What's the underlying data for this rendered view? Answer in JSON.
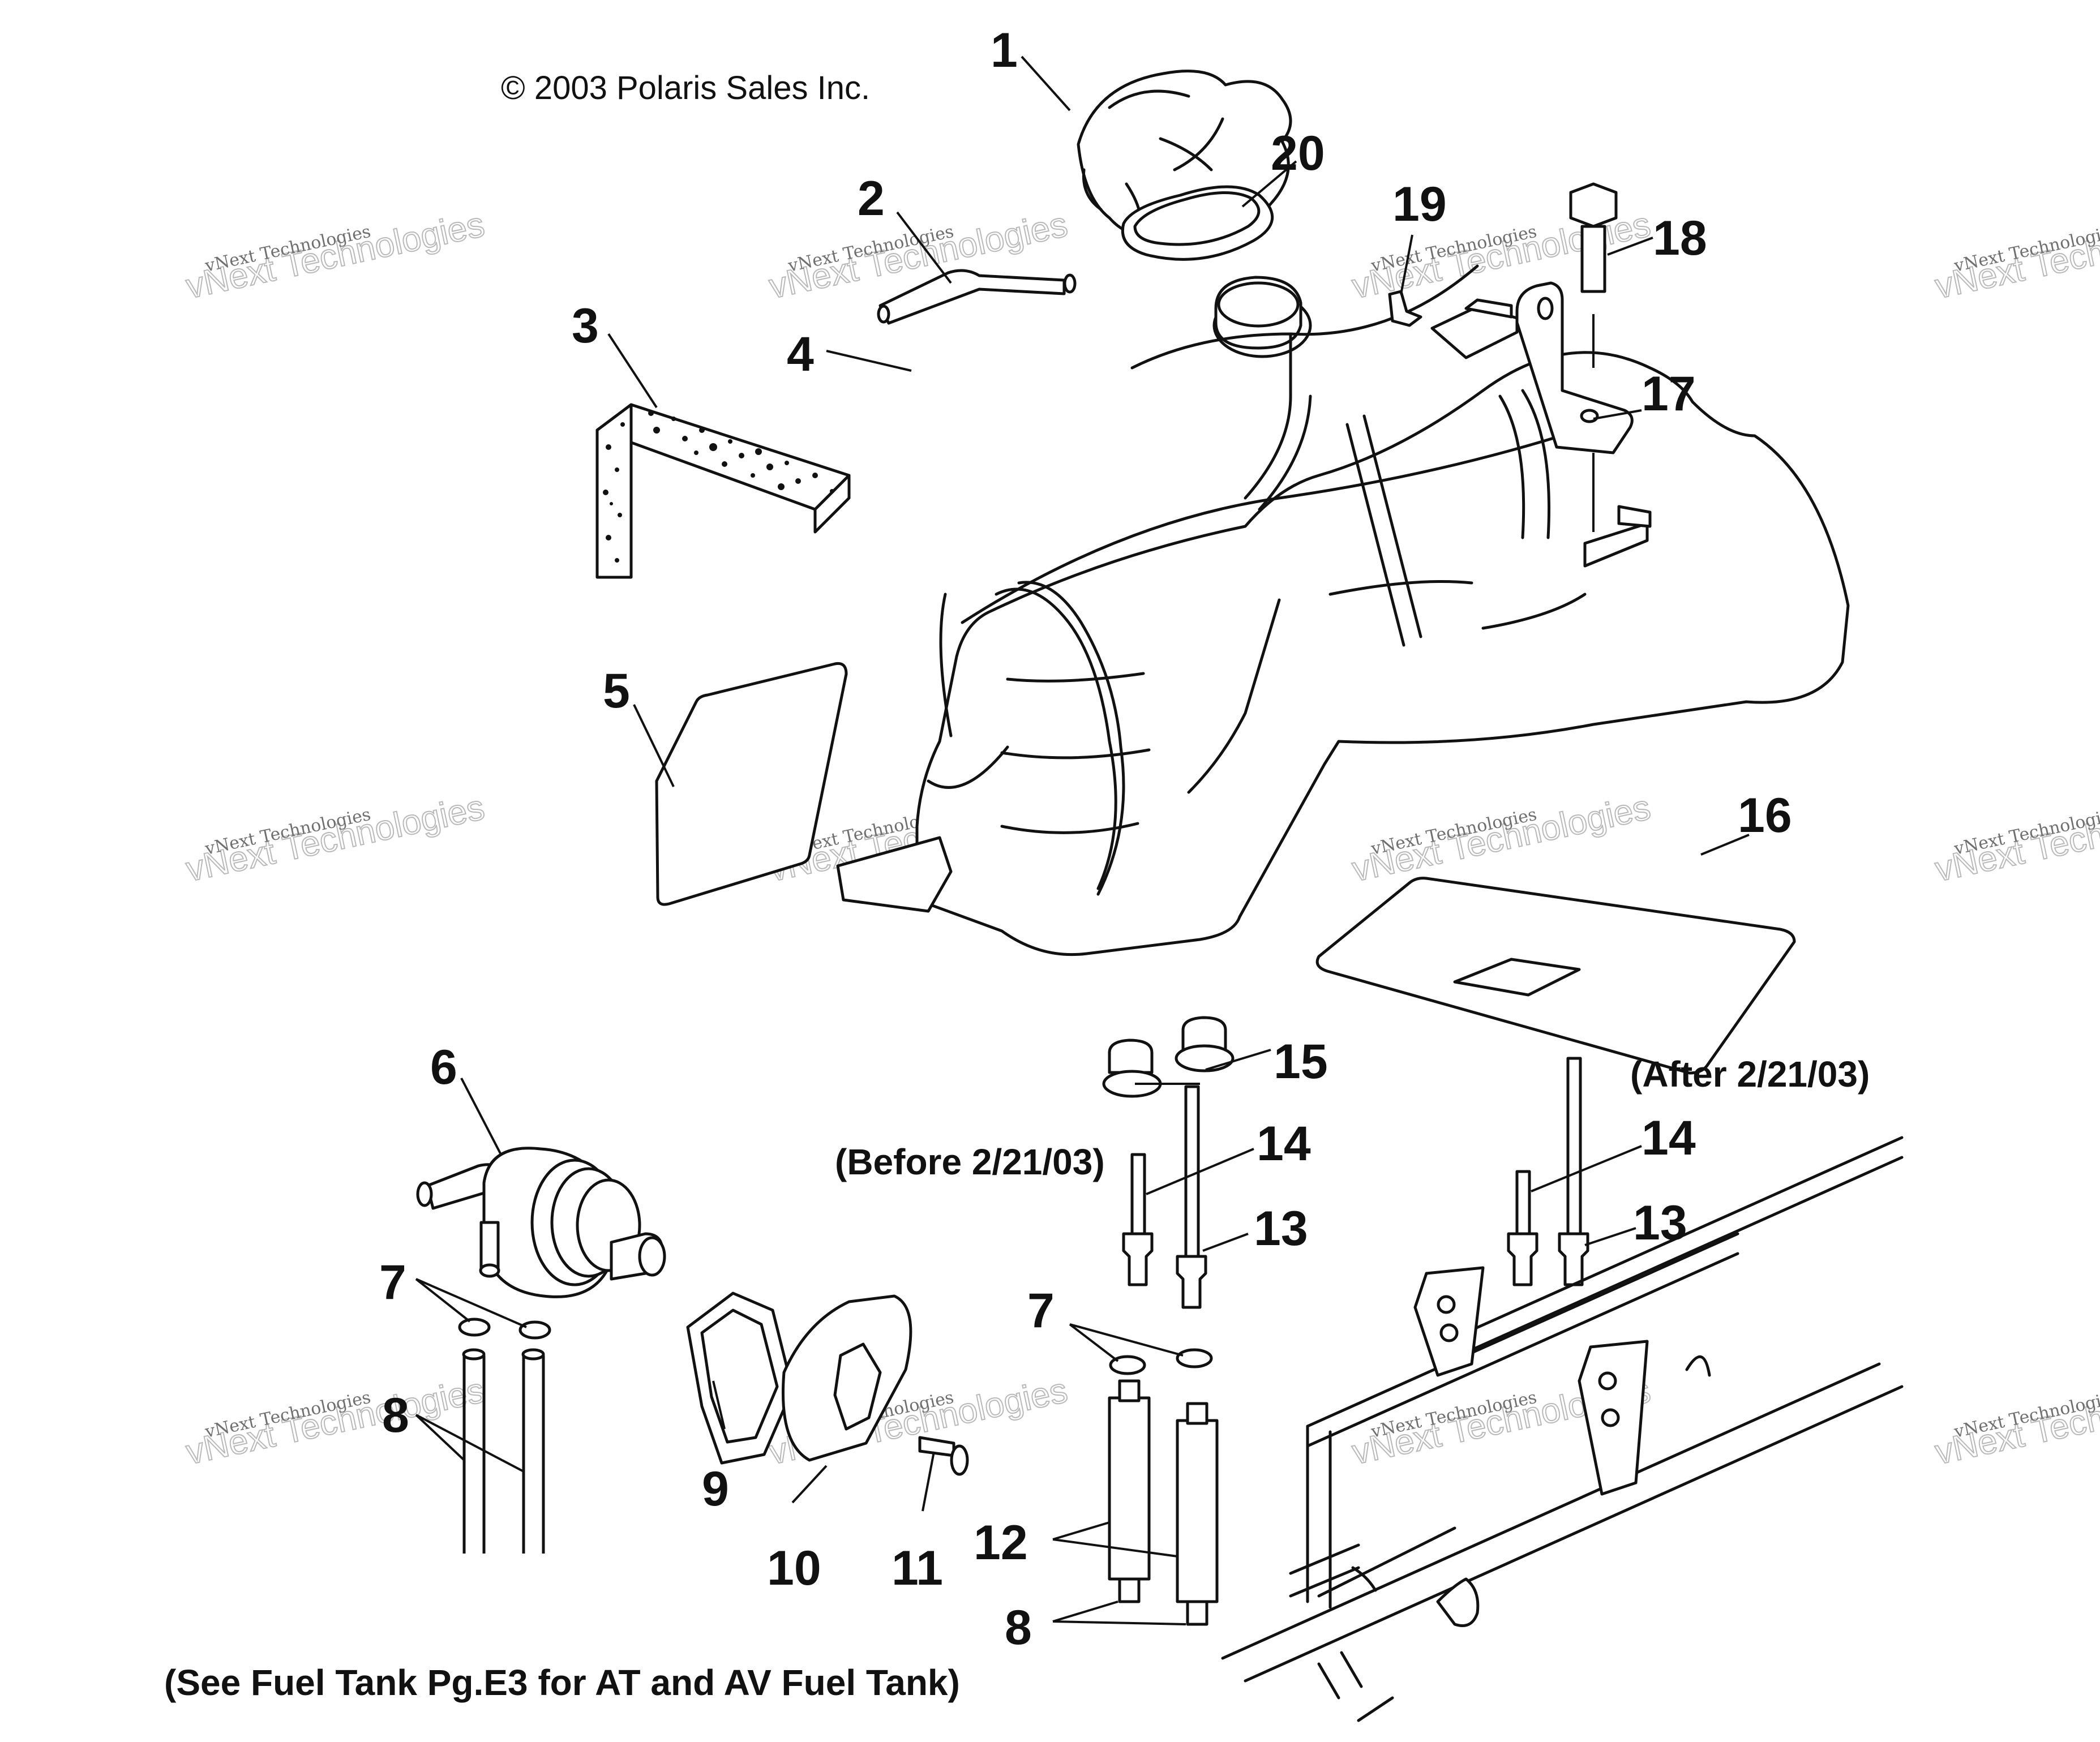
{
  "copyright": "© 2003 Polaris Sales Inc.",
  "watermark": {
    "line1": "vNext Technologies",
    "line2": "vNext Technologies"
  },
  "notes": {
    "after": "(After 2/21/03)",
    "before": "(Before 2/21/03)",
    "footer": "(See Fuel Tank Pg.E3 for AT and AV Fuel Tank)"
  },
  "callouts": {
    "c1": "1",
    "c2": "2",
    "c3": "3",
    "c4": "4",
    "c5": "5",
    "c6": "6",
    "c7a": "7",
    "c7b": "7",
    "c8a": "8",
    "c8b": "8",
    "c9": "9",
    "c10": "10",
    "c11": "11",
    "c12": "12",
    "c13a": "13",
    "c13b": "13",
    "c14a": "14",
    "c14b": "14",
    "c15": "15",
    "c16": "16",
    "c17": "17",
    "c18": "18",
    "c19": "19",
    "c20": "20"
  }
}
